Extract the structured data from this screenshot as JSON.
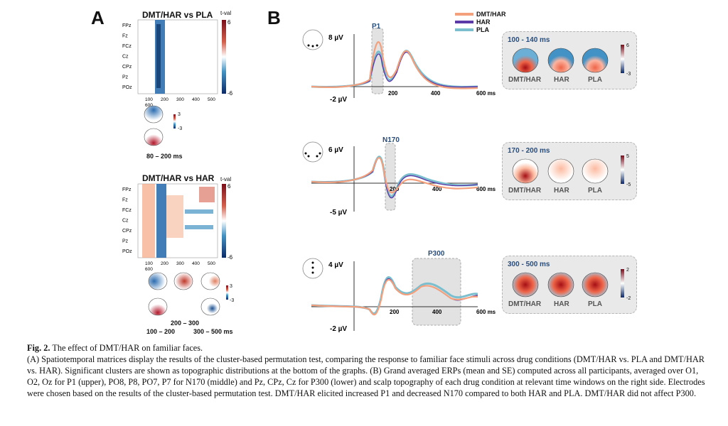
{
  "panel_a": {
    "letter": "A",
    "matrix1": {
      "title": "DMT/HAR vs PLA",
      "colorbar_label": "t-val",
      "colorbar_max": "6",
      "colorbar_min": "-6",
      "channels": [
        "FPz",
        "Fz",
        "FCz",
        "Cz",
        "CPz",
        "Pz",
        "POz"
      ],
      "xticks": [
        "100",
        "200",
        "300",
        "400",
        "500"
      ],
      "xtick_extra": "600",
      "topo_cb_max": "3",
      "topo_cb_min": "-3",
      "window": "80 – 200 ms"
    },
    "matrix2": {
      "title": "DMT/HAR vs HAR",
      "colorbar_label": "t-val",
      "colorbar_max": "6",
      "colorbar_min": "-6",
      "channels": [
        "FPz",
        "Fz",
        "FCz",
        "Cz",
        "CPz",
        "Pz",
        "POz"
      ],
      "xticks": [
        "100",
        "200",
        "300",
        "400",
        "500"
      ],
      "xtick_extra": "600",
      "topo_cb_max": "3",
      "topo_cb_min": "-3",
      "window_mid": "200 – 300",
      "window_left": "100 – 200",
      "window_right": "300 – 500 ms"
    }
  },
  "panel_b": {
    "letter": "B",
    "legend": [
      "DMT/HAR",
      "HAR",
      "PLA"
    ],
    "colors": {
      "dmt_har": "#f4a07d",
      "har": "#5b3aa8",
      "pla": "#7bbfcf"
    },
    "plots": [
      {
        "component": "P1",
        "ymax": "8 µV",
        "ymin": "-2 µV",
        "x200": "200",
        "x400": "400",
        "x600": "600 ms",
        "window": "100 - 140 ms",
        "cb_max": "6",
        "cb_min": "-3"
      },
      {
        "component": "N170",
        "ymax": "6 µV",
        "ymin": "-5 µV",
        "x200": "200",
        "x400": "400",
        "x600": "600 ms",
        "window": "170 - 200 ms",
        "cb_max": "5",
        "cb_min": "-5"
      },
      {
        "component": "P300",
        "ymax": "4 µV",
        "ymin": "-2 µV",
        "x200": "200",
        "x400": "400",
        "x600": "600 ms",
        "window": "300 - 500 ms",
        "cb_max": "2",
        "cb_min": "-2"
      }
    ],
    "conditions": [
      "DMT/HAR",
      "HAR",
      "PLA"
    ]
  },
  "caption": {
    "fig_label": "Fig. 2.",
    "fig_title": "The effect of DMT/HAR on familiar faces.",
    "body": "(A) Spatiotemporal matrices display the results of the cluster-based permutation test, comparing the response to familiar face stimuli across drug conditions (DMT/HAR vs. PLA and DMT/HAR vs. HAR). Significant clusters are shown as topographic distributions at the bottom of the graphs. (B) Grand averaged ERPs (mean and SE) computed across all participants, averaged over O1, O2, Oz for P1 (upper), PO8, P8, PO7, P7 for N170 (middle) and Pz, CPz, Cz for P300 (lower) and scalp topography of each drug condition at relevant time windows on the right side. Electrodes were chosen based on the results of the cluster-based permutation test. DMT/HAR elicited increased P1 and decreased N170 compared to both HAR and PLA. DMT/HAR did not affect P300."
  }
}
